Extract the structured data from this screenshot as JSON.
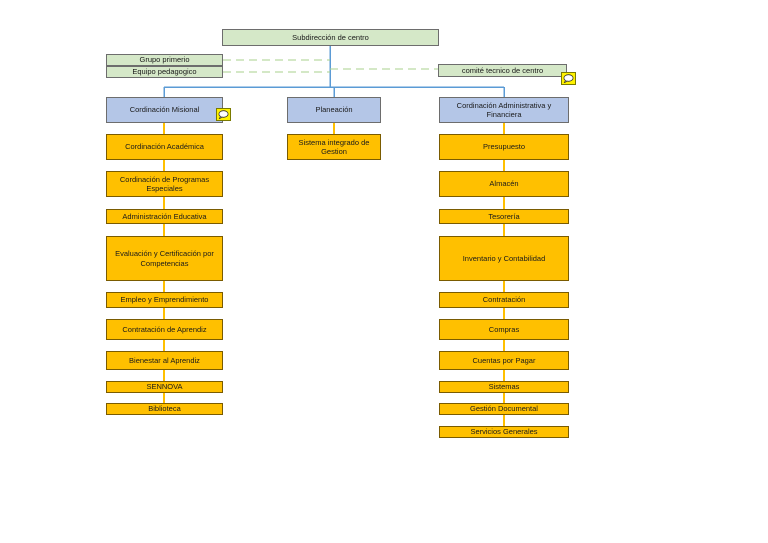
{
  "root": {
    "label": "Subdirección de centro"
  },
  "side_groups": {
    "left": [
      "Grupo primerio",
      "Equipo pedagogico"
    ],
    "right": "comité tecnico de centro"
  },
  "branches": [
    {
      "label": "Cordinación Misional",
      "items": [
        "Cordinación Académica",
        "Cordinación de Programas Especiales",
        "Administración Educativa",
        "Evaluación y Certificación por Competencias",
        "Empleo y Emprendimiento",
        "Contratación de Aprendiz",
        "Bienestar al Aprendiz",
        "SENNOVA",
        "Biblioteca"
      ]
    },
    {
      "label": "Planeación",
      "items": [
        "Sistema integrado de Gestion"
      ]
    },
    {
      "label": "Cordinación Administrativa y Financiera",
      "items": [
        "Presupuesto",
        "Almacén",
        "Tesorería",
        "Inventario y Contabilidad",
        "Contratación",
        "Compras",
        "Cuentas por Pagar",
        "Sistemas",
        "Gestión Documental",
        "Servicios Generales"
      ]
    }
  ],
  "colors": {
    "root_fill": "#d5e8c8",
    "branch_fill": "#b4c6e7",
    "item_fill": "#ffc000",
    "connector": "#5b9bd5",
    "item_connector": "#ffc000",
    "dashed_connector": "#a9d18e",
    "note": "#fff200"
  },
  "icons": [
    "comment-icon",
    "comment-icon"
  ]
}
